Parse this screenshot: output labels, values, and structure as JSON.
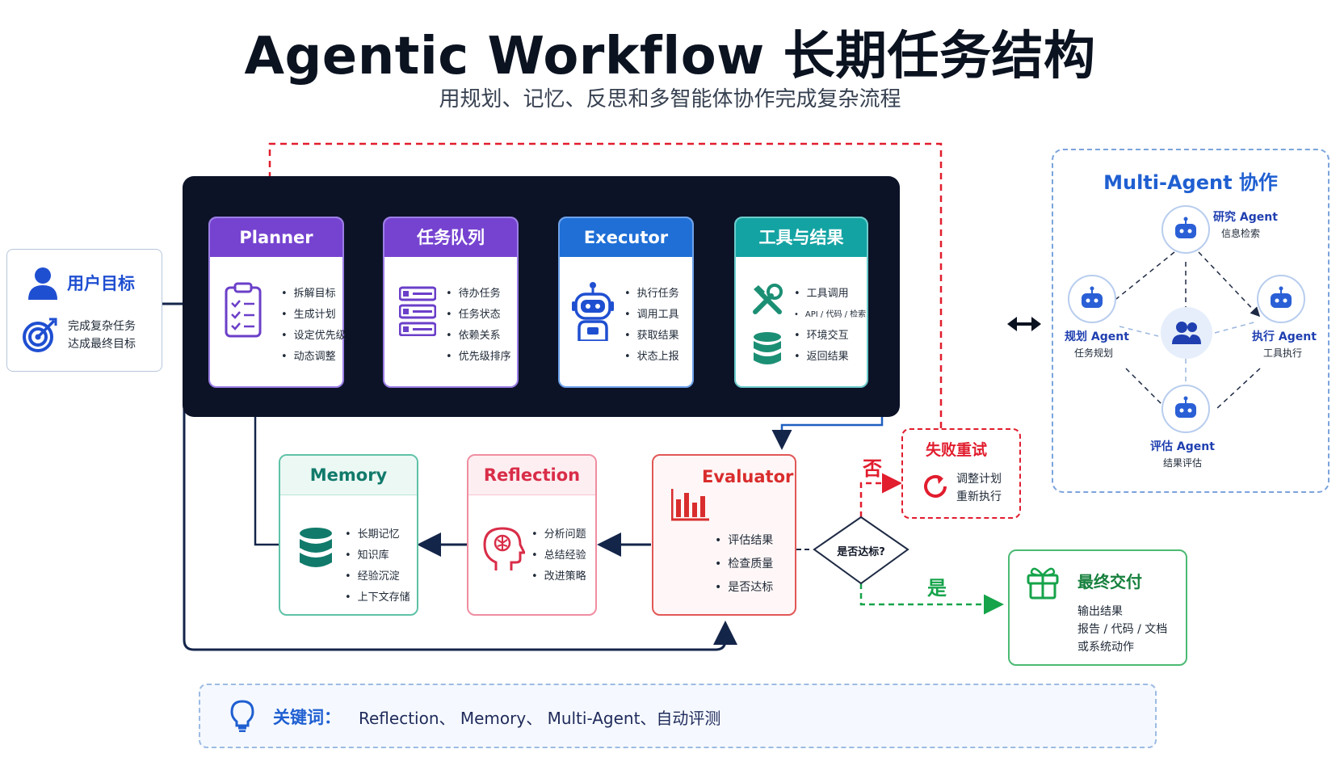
{
  "title": "Agentic Workflow 长期任务结构",
  "subtitle": "用规划、记忆、反思和多智能体协作完成复杂流程",
  "user_goal": {
    "title": "用户目标",
    "lines": [
      "完成复杂任务",
      "达成最终目标"
    ],
    "icons": [
      "user-icon",
      "target-icon"
    ]
  },
  "planner": {
    "title": "Planner",
    "items": [
      "拆解目标",
      "生成计划",
      "设定优先级",
      "动态调整"
    ],
    "icon": "clipboard-icon",
    "color": "#7643d0"
  },
  "queue": {
    "title": "任务队列",
    "items": [
      "待办任务",
      "任务状态",
      "依赖关系",
      "优先级排序"
    ],
    "icon": "list-icon",
    "color": "#7643d0"
  },
  "executor": {
    "title": "Executor",
    "items": [
      "执行任务",
      "调用工具",
      "获取结果",
      "状态上报"
    ],
    "icon": "robot-icon",
    "color": "#1f6fd6"
  },
  "tools": {
    "title": "工具与结果",
    "items": [
      "工具调用",
      "API / 代码 / 检索",
      "环境交互",
      "返回结果"
    ],
    "icons": [
      "tools-icon",
      "database-icon"
    ],
    "color": "#14a3a3"
  },
  "memory": {
    "title": "Memory",
    "items": [
      "长期记忆",
      "知识库",
      "经验沉淀",
      "上下文存储"
    ],
    "icon": "database-icon",
    "color": "#117a6b"
  },
  "reflection": {
    "title": "Reflection",
    "items": [
      "分析问题",
      "总结经验",
      "改进策略"
    ],
    "icon": "brain-head-icon",
    "color": "#d92d48"
  },
  "evaluator": {
    "title": "Evaluator",
    "items": [
      "评估结果",
      "检查质量",
      "是否达标"
    ],
    "icon": "bar-chart-icon",
    "color": "#d92d2d"
  },
  "decision": {
    "label": "是否达标?",
    "no": "否",
    "yes": "是"
  },
  "retry": {
    "title": "失败重试",
    "lines": [
      "调整计划",
      "重新执行"
    ],
    "icon": "refresh-icon"
  },
  "deliver": {
    "title": "最终交付",
    "lines": [
      "输出结果",
      "报告 / 代码 / 文档",
      "或系统动作"
    ],
    "icon": "gift-icon"
  },
  "multi_agent": {
    "title": "Multi-Agent 协作",
    "agents": [
      {
        "name": "研究 Agent",
        "desc": "信息检索"
      },
      {
        "name": "规划 Agent",
        "desc": "任务规划"
      },
      {
        "name": "执行 Agent",
        "desc": "工具执行"
      },
      {
        "name": "评估 Agent",
        "desc": "结果评估"
      }
    ],
    "center_icon": "group-icon",
    "link_icon": "double-arrow-icon"
  },
  "keywords": {
    "label": "关键词：",
    "text": "Reflection、 Memory、 Multi-Agent、自动评测",
    "icon": "lightbulb-icon"
  }
}
